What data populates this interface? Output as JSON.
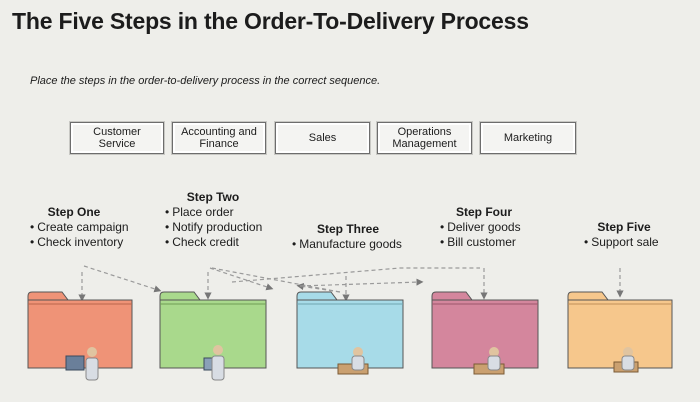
{
  "title": "The Five Steps in the Order-To-Delivery Process",
  "instruction": "Place the steps in the order-to-delivery process in the correct sequence.",
  "departments": [
    {
      "label": "Customer\nService"
    },
    {
      "label": "Accounting and\nFinance"
    },
    {
      "label": "Sales"
    },
    {
      "label": "Operations\nManagement"
    },
    {
      "label": "Marketing"
    }
  ],
  "steps": [
    {
      "title": "Step One",
      "items": [
        "Create campaign",
        "Check inventory"
      ],
      "color": "#ef9377"
    },
    {
      "title": "Step Two",
      "items": [
        "Place order",
        "Notify production",
        "Check credit"
      ],
      "color": "#a9d98c"
    },
    {
      "title": "Step Three",
      "items": [
        "Manufacture goods"
      ],
      "color": "#a7dbe8"
    },
    {
      "title": "Step Four",
      "items": [
        "Deliver goods",
        "Bill customer"
      ],
      "color": "#d4869d"
    },
    {
      "title": "Step Five",
      "items": [
        "Support sale"
      ],
      "color": "#f6c78c"
    }
  ],
  "icons": [
    "person-at-desk-icon",
    "person-at-desk-icon",
    "person-at-desk-icon",
    "person-at-desk-icon",
    "person-at-desk-icon"
  ]
}
